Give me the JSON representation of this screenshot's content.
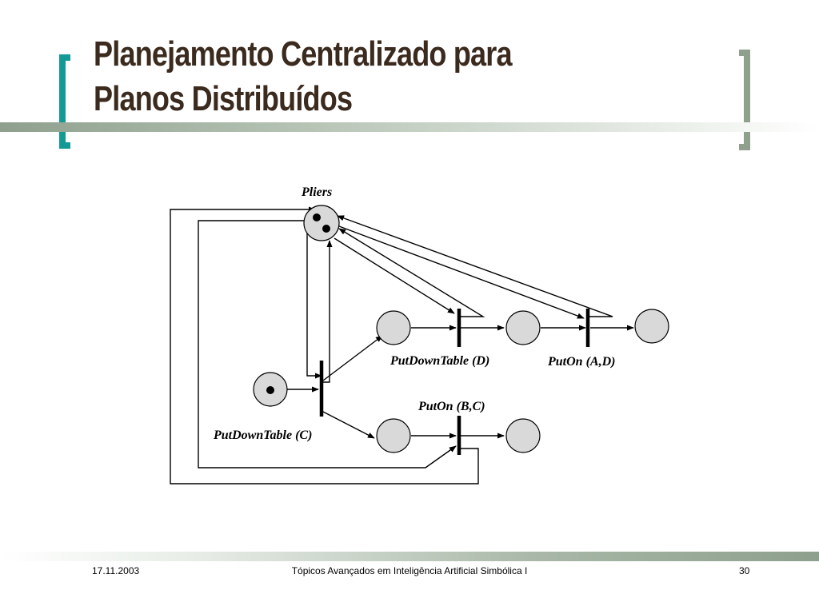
{
  "slide": {
    "title_line1": "Planejamento Centralizado para",
    "title_line2": "Planos Distribuídos"
  },
  "diagram": {
    "places_label": "Pliers",
    "transitions": {
      "putdown_c": "PutDownTable (C)",
      "putdown_d": "PutDownTable (D)",
      "puton_bc": "PutOn (B,C)",
      "puton_ad": "PutOn (A,D)"
    },
    "tokens": {
      "pliers": 2,
      "start": 1
    }
  },
  "footer": {
    "date": "17.11.2003",
    "course": "Tópicos Avançados em Inteligência Artificial Simbólica I",
    "page": "30"
  },
  "colors": {
    "bracket_left": "#149a94",
    "bracket_right": "#8fa18d",
    "title_text": "#3b2a1e",
    "place_fill": "#d9d9d9"
  }
}
